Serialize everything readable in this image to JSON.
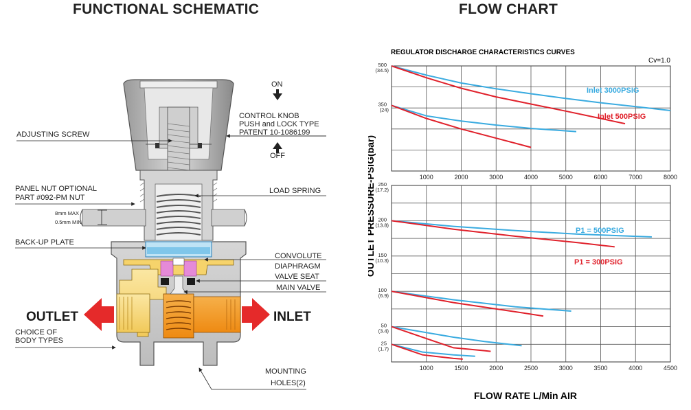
{
  "left_title": "FUNCTIONAL SCHEMATIC",
  "right_title": "FLOW CHART",
  "schematic": {
    "on": "ON",
    "off": "OFF",
    "knob_1": "CONTROL KNOB",
    "knob_2": "PUSH and LOCK TYPE",
    "knob_3": "PATENT 10-1086199",
    "adjusting_screw": "ADJUSTING SCREW",
    "panel_nut_1": "PANEL NUT OPTIONAL",
    "panel_nut_2": "PART #092-PM NUT",
    "dim_max": "8mm  MAX",
    "dim_min": "0.5mm MIN",
    "load_spring": "LOAD SPRING",
    "backup_plate": "BACK-UP PLATE",
    "convolute_1": "CONVOLUTE",
    "convolute_2": "DIAPHRAGM",
    "valve_seat": "VALVE SEAT",
    "main_valve": "MAIN VALVE",
    "outlet": "OUTLET",
    "inlet": "INLET",
    "choice_1": "CHOICE OF",
    "choice_2": "BODY TYPES",
    "mounting_1": "MOUNTING",
    "mounting_2": "HOLES(2)"
  },
  "colors": {
    "blue_series": "#3aabe0",
    "red_series": "#e0212b",
    "arrow_red": "#e52a2a",
    "brass": "#f7d77a",
    "orange": "#f39a1e"
  },
  "chart_data": [
    {
      "type": "line",
      "title": "REGULATOR DISCHARGE CHARACTERISTICS CURVES",
      "annotation": "Cv=1.0",
      "ylabel": "OUTLET PRESSURE-PSIG(bar)",
      "xlim": [
        0,
        8000
      ],
      "ylim": [
        100,
        500
      ],
      "x_ticks": [
        "1000",
        "2000",
        "3000",
        "4000",
        "5000",
        "6000",
        "7000",
        "8000"
      ],
      "y_ticks": [
        {
          "value": 500,
          "label": "500",
          "sub": "(34.5)"
        },
        {
          "value": 350,
          "label": "350",
          "sub": "(24)"
        }
      ],
      "grid": true,
      "series": [
        {
          "name": "Inlet 3000PSIG",
          "color": "#3aabe0",
          "x": [
            0,
            1000,
            2000,
            3000,
            4000,
            5000,
            6000,
            7000,
            8000
          ],
          "y": [
            500,
            465,
            435,
            413,
            394,
            376,
            360,
            345,
            330
          ]
        },
        {
          "name": "Inlet 500PSIG",
          "color": "#e0212b",
          "x": [
            0,
            1000,
            2000,
            3000,
            4000,
            5000,
            6000,
            6700
          ],
          "y": [
            500,
            455,
            415,
            382,
            355,
            328,
            300,
            280
          ]
        },
        {
          "name": "",
          "color": "#3aabe0",
          "x": [
            0,
            1000,
            2000,
            3000,
            4000,
            5300
          ],
          "y": [
            350,
            310,
            290,
            275,
            262,
            250
          ]
        },
        {
          "name": "",
          "color": "#e0212b",
          "x": [
            0,
            1000,
            2000,
            3000,
            4000
          ],
          "y": [
            350,
            300,
            260,
            225,
            190
          ]
        }
      ]
    },
    {
      "type": "line",
      "xlabel": "FLOW RATE  L/Min AIR",
      "xlim": [
        0,
        4500
      ],
      "ylim": [
        0,
        250
      ],
      "x_ticks": [
        "1000",
        "1500",
        "2000",
        "2500",
        "3000",
        "3500",
        "4000",
        "4500"
      ],
      "y_ticks": [
        {
          "value": 250,
          "label": "250",
          "sub": "(17.2)"
        },
        {
          "value": 200,
          "label": "200",
          "sub": "(13.8)"
        },
        {
          "value": 150,
          "label": "150",
          "sub": "(10.3)"
        },
        {
          "value": 100,
          "label": "100",
          "sub": "(6.9)"
        },
        {
          "value": 50,
          "label": "50",
          "sub": "(3.4)"
        },
        {
          "value": 25,
          "label": "25",
          "sub": "(1.7)"
        }
      ],
      "grid": true,
      "series": [
        {
          "name": "P1 = 500PSIG",
          "color": "#3aabe0",
          "x": [
            0,
            1000,
            2000,
            3000,
            4200
          ],
          "y": [
            200,
            192,
            186,
            181,
            177
          ]
        },
        {
          "name": "P1 = 300PSIG",
          "color": "#e0212b",
          "x": [
            0,
            1000,
            2000,
            3000,
            3600
          ],
          "y": [
            200,
            188,
            178,
            169,
            163
          ]
        },
        {
          "name": "",
          "color": "#3aabe0",
          "x": [
            0,
            1000,
            2000,
            2900
          ],
          "y": [
            100,
            88,
            78,
            72
          ]
        },
        {
          "name": "",
          "color": "#e0212b",
          "x": [
            0,
            1000,
            2000,
            2450
          ],
          "y": [
            100,
            84,
            71,
            65
          ]
        },
        {
          "name": "",
          "color": "#3aabe0",
          "x": [
            0,
            1000,
            1500,
            2100
          ],
          "y": [
            50,
            35,
            29,
            23
          ]
        },
        {
          "name": "",
          "color": "#e0212b",
          "x": [
            0,
            1000,
            1500,
            1600
          ],
          "y": [
            50,
            20,
            16,
            15
          ]
        },
        {
          "name": "",
          "color": "#3aabe0",
          "x": [
            0,
            500,
            1000,
            1350
          ],
          "y": [
            25,
            14,
            10,
            8
          ]
        },
        {
          "name": "",
          "color": "#e0212b",
          "x": [
            0,
            500,
            1000,
            1150
          ],
          "y": [
            25,
            10,
            5,
            4
          ]
        }
      ]
    }
  ]
}
